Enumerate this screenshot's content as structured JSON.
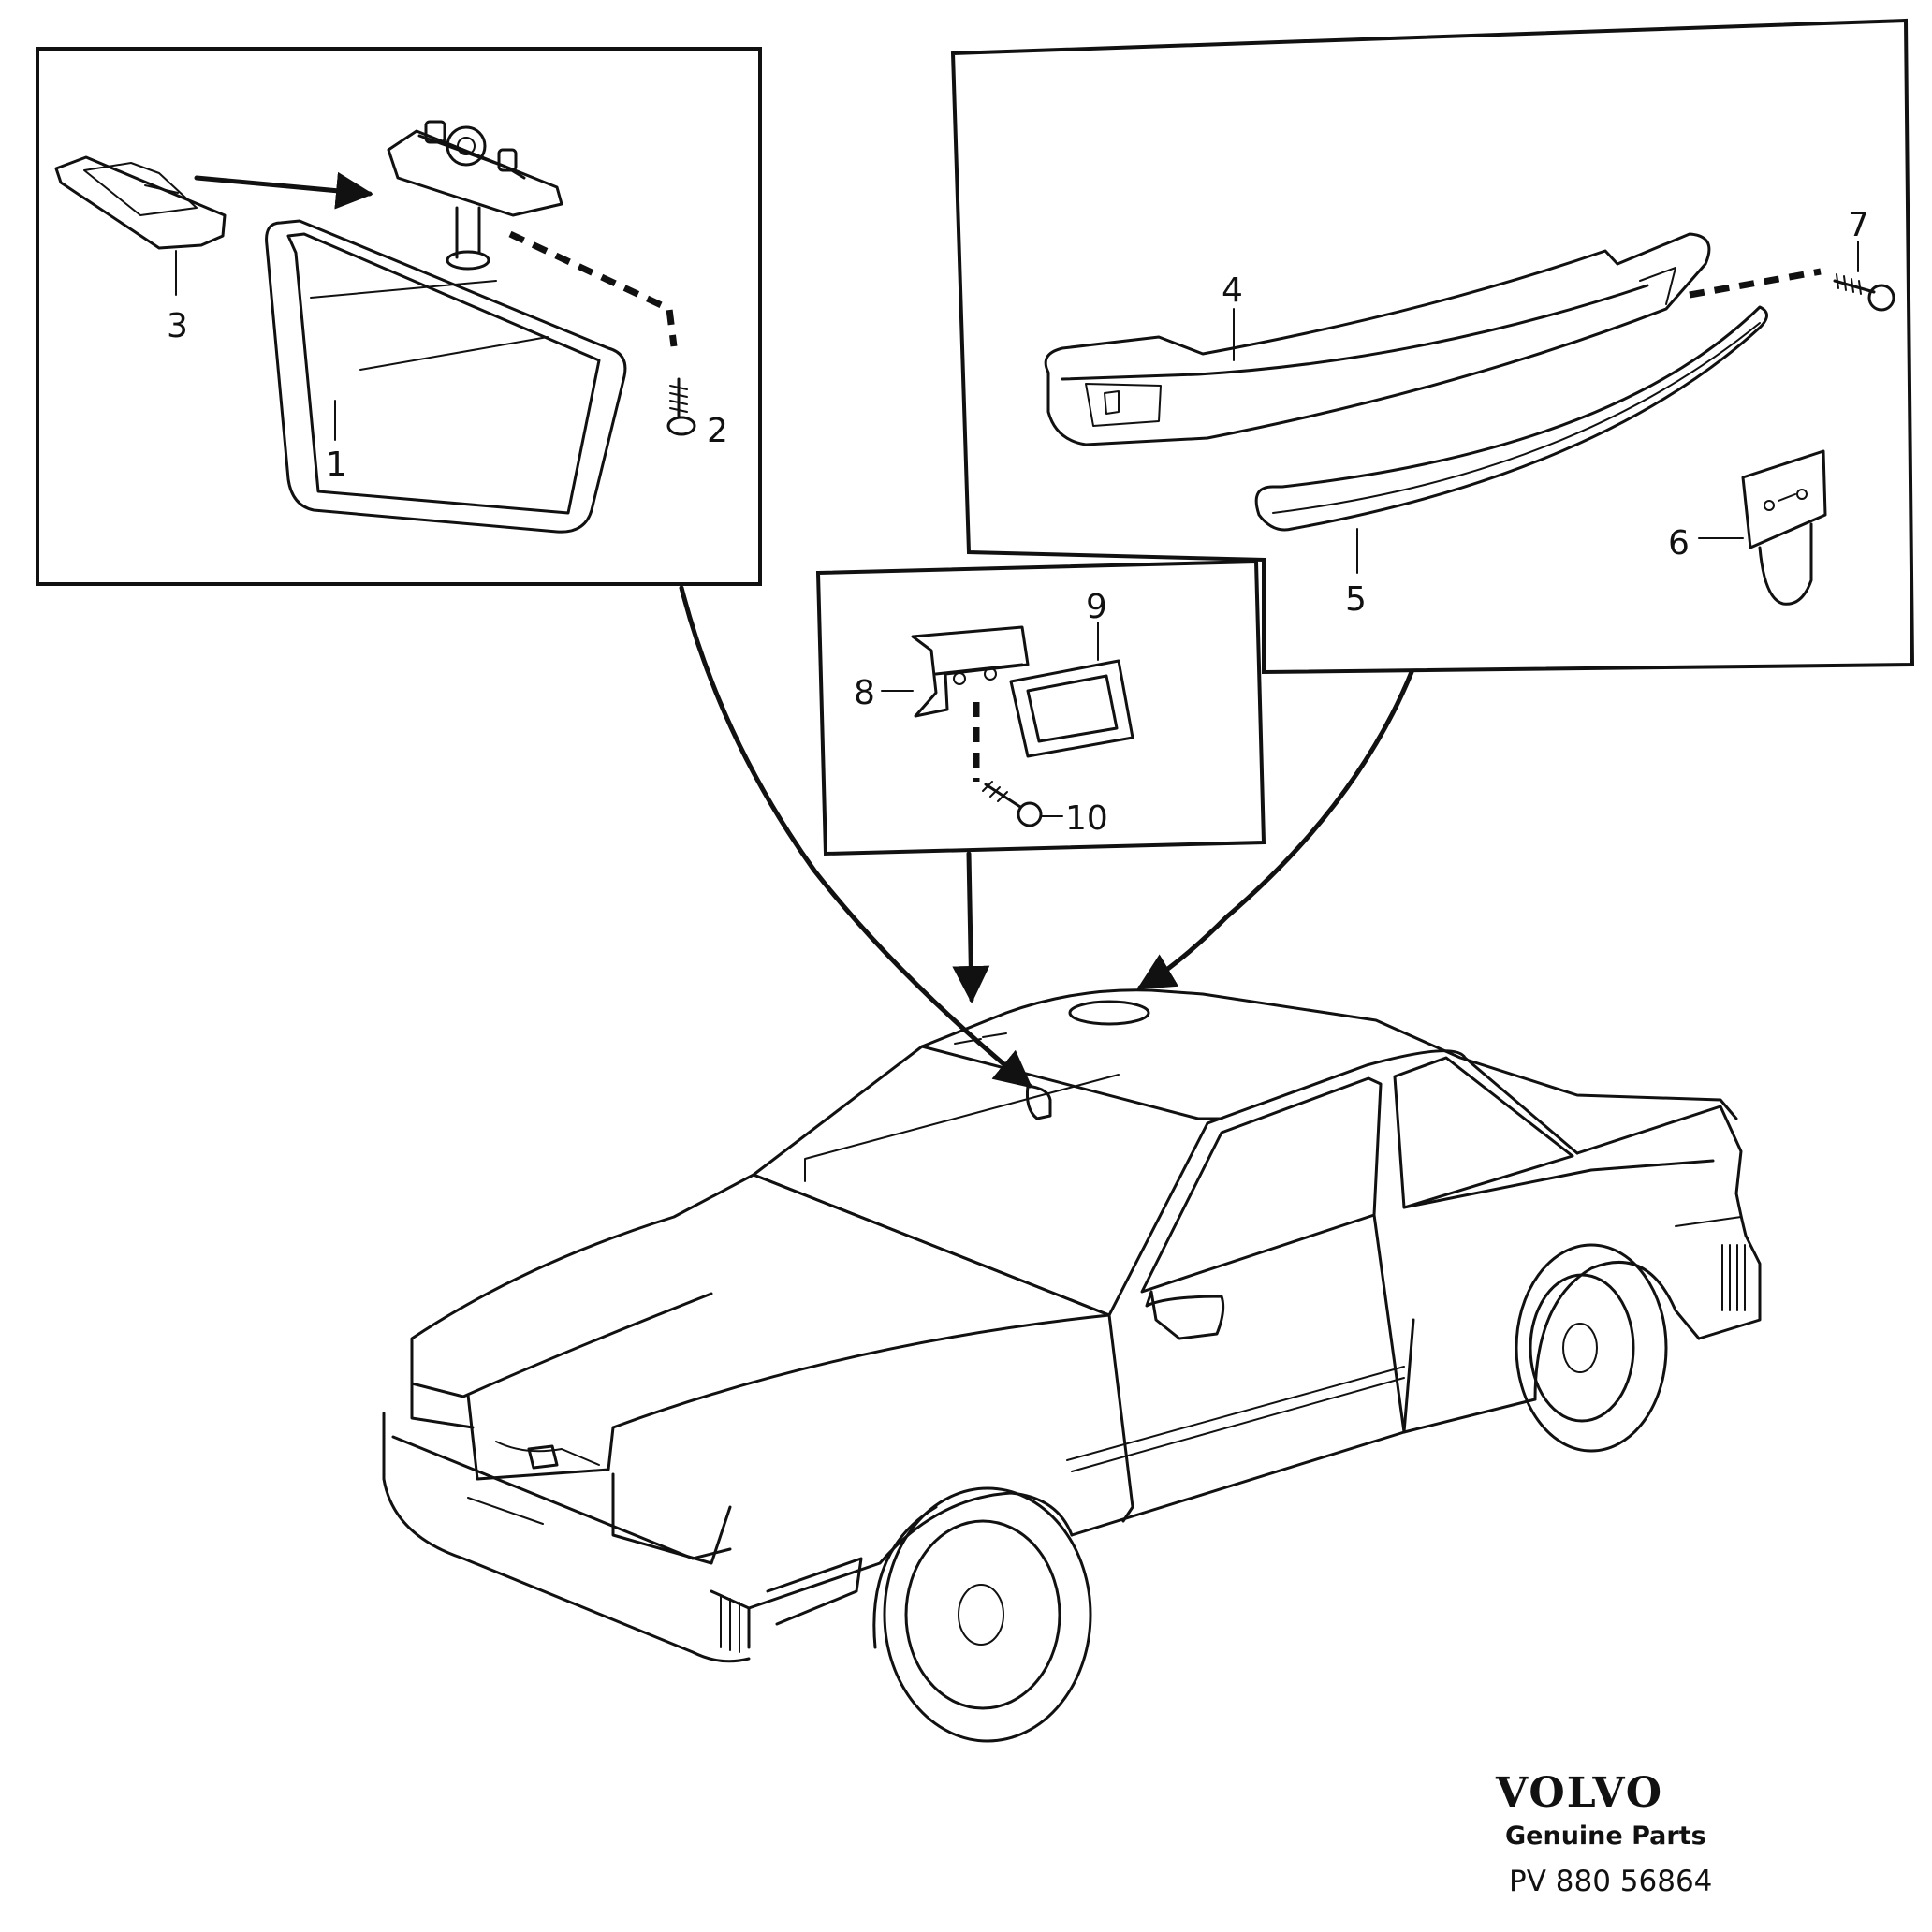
{
  "callouts": [
    {
      "id": "1",
      "text": "1"
    },
    {
      "id": "2",
      "text": "2"
    },
    {
      "id": "3",
      "text": "3"
    },
    {
      "id": "4",
      "text": "4"
    },
    {
      "id": "5",
      "text": "5"
    },
    {
      "id": "6",
      "text": "6"
    },
    {
      "id": "7",
      "text": "7"
    },
    {
      "id": "8",
      "text": "8"
    },
    {
      "id": "9",
      "text": "9"
    },
    {
      "id": "10",
      "text": "10"
    }
  ],
  "footer": {
    "brand": "VOLVO",
    "subtitle": "Genuine Parts",
    "part_number": "PV 880 56864"
  }
}
